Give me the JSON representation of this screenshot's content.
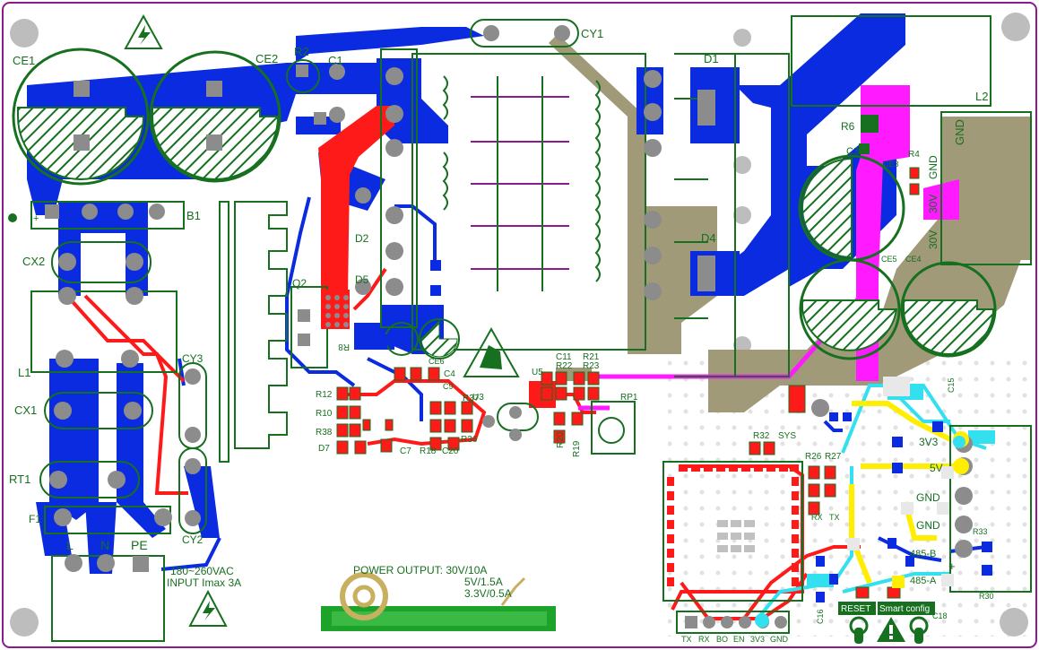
{
  "colors": {
    "outline": "#8b1a8b",
    "silkscreen": "#16701f",
    "top_copper": "#ff1a1a",
    "bottom_copper": "#0a2be0",
    "inner_copper": "#a09a78",
    "magenta_copper": "#ff1aff",
    "cyan_copper": "#33e0f0",
    "yellow_copper": "#ffee00",
    "pad_gray": "#8c8c8c",
    "pad_light": "#d8d8d8"
  },
  "designators": {
    "ce1": "CE1",
    "ce2": "CE2",
    "r2": "R2",
    "c1": "C1",
    "cy1": "CY1",
    "d1": "D1",
    "l2": "L2",
    "r6": "R6",
    "c3": "C3",
    "ce3": "CE3",
    "r4": "R4",
    "b1": "B1",
    "cx2": "CX2",
    "d2": "D2",
    "d5": "D5",
    "q2": "Q2",
    "r8": "R8",
    "d4": "D4",
    "ce5": "CE5",
    "ce4": "CE4",
    "l1": "L1",
    "cy3": "CY3",
    "cx1": "CX1",
    "rt1": "RT1",
    "f1": "F1",
    "cy2": "CY2",
    "r12": "R12",
    "r10": "R10",
    "r38": "R38",
    "d7": "D7",
    "c7": "C7",
    "r18": "R18",
    "c20": "C20",
    "r37": "R37",
    "r36": "R36",
    "c4": "C4",
    "ce6": "CE6",
    "c9": "C9",
    "u3": "U3",
    "c11": "C11",
    "r21": "R21",
    "r22": "R22",
    "r23": "R23",
    "u5": "U5",
    "rp1": "RP1",
    "r20": "R20",
    "r19": "R19",
    "r32": "R32",
    "sys": "SYS",
    "r26": "R26",
    "r27": "R27",
    "c15": "C15",
    "c16": "C16",
    "c18": "C18",
    "r30": "R30",
    "r33": "R33"
  },
  "silk_labels": {
    "gnd_top": "GND",
    "gnd_mid": "GND",
    "v30_a": "30V",
    "v30_b": "30V",
    "v3v3": "3V3",
    "v5": "5V",
    "gnd_a": "GND",
    "gnd_b": "GND",
    "rs485_b": "485-B",
    "rs485_a": "485-A",
    "reset": "RESET",
    "smart_config": "Smart config",
    "header_pins": [
      "TX",
      "RX",
      "BO",
      "EN",
      "3V3",
      "GND"
    ],
    "ac_pins": [
      "L",
      "N",
      "PE"
    ],
    "input_spec": "180~260VAC",
    "input_current": "INPUT Imax 3A",
    "power_output_title": "POWER OUTPUT: 30V/10A",
    "power_output_5v": "5V/1.5A",
    "power_output_3v3": "3.3V/0.5A",
    "rx_pad": "RX",
    "tx_pad": "TX"
  },
  "icons": {
    "hv_warning": "high-voltage-triangle-icon",
    "esd": "esd-hand-icon",
    "logo": "company-logo-icon",
    "caution": "caution-triangle-icon",
    "finger": "pointing-finger-icon"
  }
}
